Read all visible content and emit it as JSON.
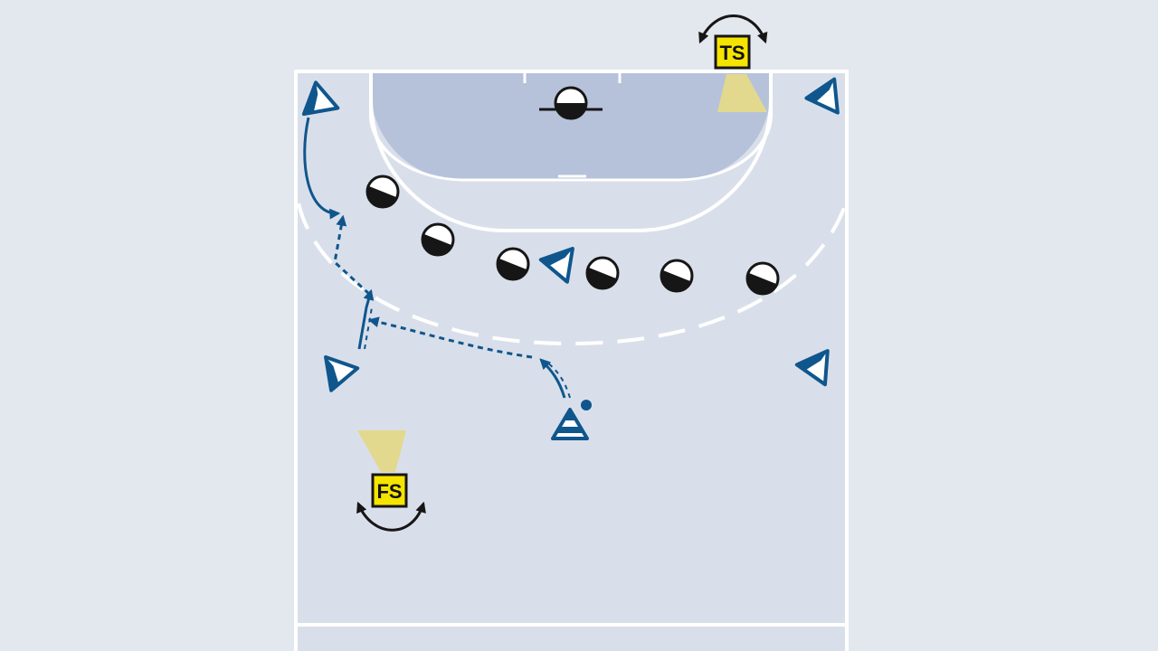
{
  "colors": {
    "page_background": "#e2e8ed",
    "court": "#d9dfea",
    "goal_area": "#b6c2da",
    "lines": "#ffffff",
    "attack": "#0f568d",
    "defense": "#161616",
    "referee_badge": "#f5e400",
    "referee_view": "#e2d98f"
  },
  "referees": [
    {
      "id": "goal-referee",
      "label": "TS"
    },
    {
      "id": "field-referee",
      "label": "FS"
    }
  ],
  "legend_icons": {
    "attacker": "triangle-player-icon",
    "defender": "circle-player-icon",
    "ball": "ball-icon",
    "movement": "solid-arrow",
    "pass": "dashed-arrow",
    "referee_movement": "double-headed-arrow-icon"
  }
}
